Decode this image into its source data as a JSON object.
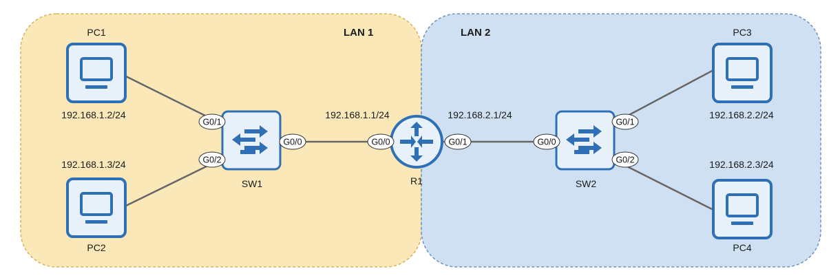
{
  "colors": {
    "lan1_fill": "#fbe8b8",
    "lan1_border": "#d8b25a",
    "lan2_fill": "#cfe0f2",
    "lan2_border": "#6f8fbd",
    "device_blue": "#2f6fb5",
    "device_light": "#e8f0fa",
    "link": "#666666"
  },
  "lans": {
    "lan1": {
      "label": "LAN 1"
    },
    "lan2": {
      "label": "LAN 2"
    }
  },
  "devices": {
    "pc1": {
      "label": "PC1",
      "ip": "192.168.1.2/24",
      "icon": "pc-monitor-icon"
    },
    "pc2": {
      "label": "PC2",
      "ip": "192.168.1.3/24",
      "icon": "pc-monitor-icon"
    },
    "pc3": {
      "label": "PC3",
      "ip": "192.168.2.2/24",
      "icon": "pc-monitor-icon"
    },
    "pc4": {
      "label": "PC4",
      "ip": "192.168.2.3/24",
      "icon": "pc-monitor-icon"
    },
    "sw1": {
      "label": "SW1",
      "icon": "switch-icon"
    },
    "sw2": {
      "label": "SW2",
      "icon": "switch-icon"
    },
    "r1": {
      "label": "R1",
      "icon": "router-icon"
    }
  },
  "interfaces": {
    "r1_g00": {
      "label": "G0/0",
      "ip": "192.168.1.1/24"
    },
    "r1_g01": {
      "label": "G0/1",
      "ip": "192.168.2.1/24"
    },
    "sw1_g00": {
      "label": "G0/0"
    },
    "sw1_g01": {
      "label": "G0/1"
    },
    "sw1_g02": {
      "label": "G0/2"
    },
    "sw2_g00": {
      "label": "G0/0"
    },
    "sw2_g01": {
      "label": "G0/1"
    },
    "sw2_g02": {
      "label": "G0/2"
    }
  }
}
